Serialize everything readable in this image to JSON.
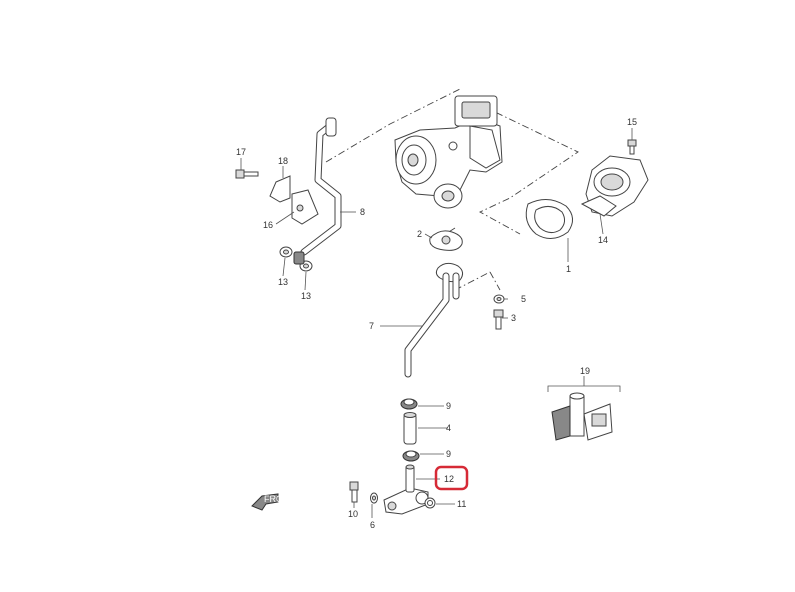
{
  "diagram": {
    "callouts": [
      {
        "id": "c1",
        "label": "1"
      },
      {
        "id": "c2",
        "label": "2"
      },
      {
        "id": "c3",
        "label": "3"
      },
      {
        "id": "c4",
        "label": "4"
      },
      {
        "id": "c5",
        "label": "5"
      },
      {
        "id": "c6",
        "label": "6"
      },
      {
        "id": "c7",
        "label": "7"
      },
      {
        "id": "c8",
        "label": "8"
      },
      {
        "id": "c9a",
        "label": "9"
      },
      {
        "id": "c9b",
        "label": "9"
      },
      {
        "id": "c10",
        "label": "10"
      },
      {
        "id": "c11",
        "label": "11"
      },
      {
        "id": "c12",
        "label": "12",
        "highlighted": true
      },
      {
        "id": "c13a",
        "label": "13"
      },
      {
        "id": "c13b",
        "label": "13"
      },
      {
        "id": "c14",
        "label": "14"
      },
      {
        "id": "c15",
        "label": "15"
      },
      {
        "id": "c16",
        "label": "16"
      },
      {
        "id": "c17",
        "label": "17"
      },
      {
        "id": "c18",
        "label": "18"
      },
      {
        "id": "c19",
        "label": "19"
      }
    ],
    "direction_marker": "FRONT",
    "highlight_color": "#d62a36"
  }
}
